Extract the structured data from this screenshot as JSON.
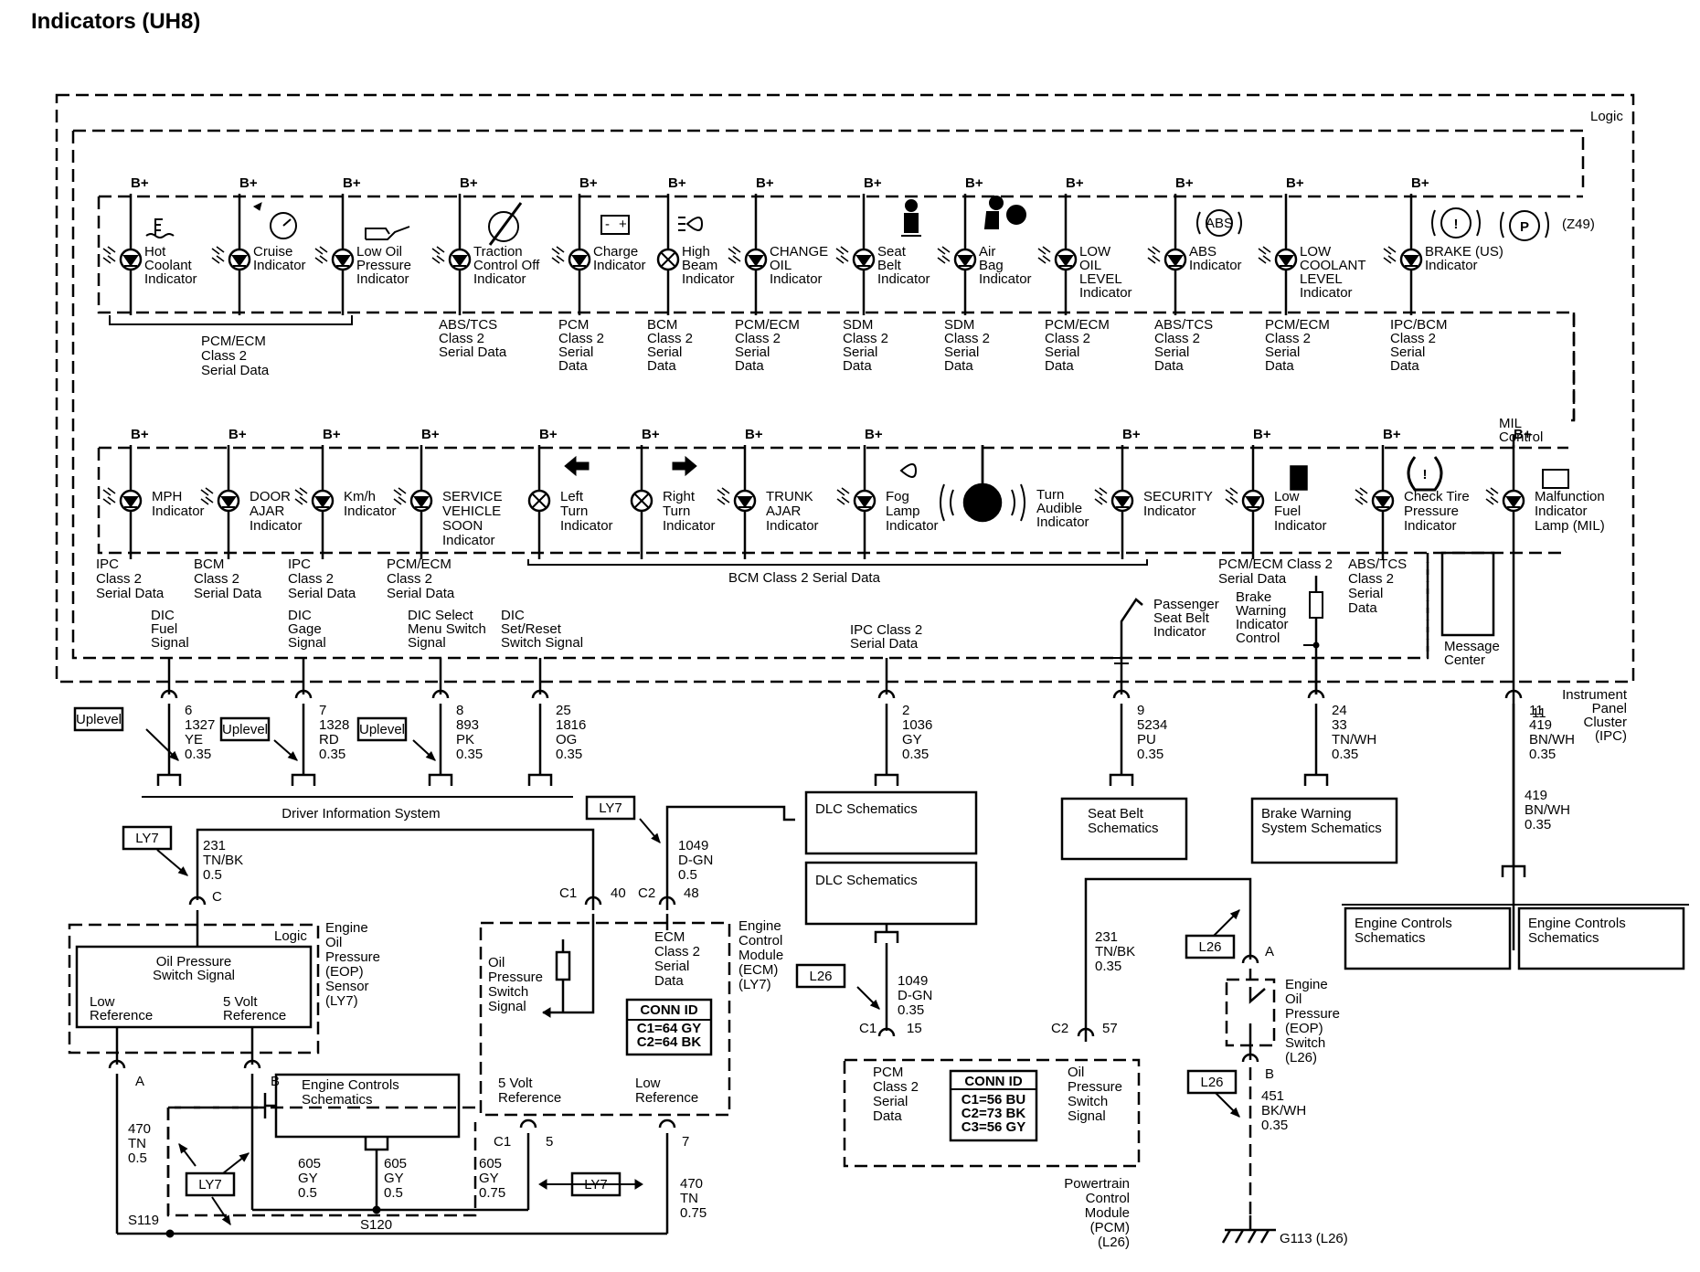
{
  "title": "Indicators (UH8)",
  "labels": {
    "logic_outer": "Logic",
    "b_plus": "B+",
    "ipc_name": [
      "Instrument",
      "Panel",
      "Cluster",
      "(IPC)"
    ],
    "z49": "(Z49)",
    "mil_control": [
      "MIL",
      "Control"
    ],
    "message_center": [
      "Message",
      "Center"
    ],
    "bcm_bus": "BCM Class 2 Serial Data",
    "dis": "Driver Information System",
    "uplevel": "Uplevel",
    "ly7": "LY7",
    "l26": "L26"
  },
  "top_row": [
    {
      "id": "hot-coolant",
      "label": [
        "Hot",
        "Coolant",
        "Indicator"
      ],
      "source": [],
      "symbol": "coolant-temp-icon"
    },
    {
      "id": "cruise",
      "label": [
        "Cruise",
        "Indicator"
      ],
      "source": [],
      "symbol": "cruise-icon"
    },
    {
      "id": "low-oil-pressure",
      "label": [
        "Low Oil",
        "Pressure",
        "Indicator"
      ],
      "source": [],
      "symbol": "oil-can-icon"
    },
    {
      "id": "traction-off",
      "label": [
        "Traction",
        "Control Off",
        "Indicator"
      ],
      "source": [
        "ABS/TCS",
        "Class 2",
        "Serial Data"
      ],
      "symbol": "traction-icon"
    },
    {
      "id": "charge",
      "label": [
        "Charge",
        "Indicator"
      ],
      "source": [
        "PCM",
        "Class 2",
        "Serial",
        "Data"
      ],
      "symbol": "battery-icon"
    },
    {
      "id": "high-beam",
      "label": [
        "High",
        "Beam",
        "Indicator"
      ],
      "source": [
        "BCM",
        "Class 2",
        "Serial",
        "Data"
      ],
      "symbol": "high-beam-icon"
    },
    {
      "id": "change-oil",
      "label": [
        "CHANGE",
        "OIL",
        "Indicator"
      ],
      "source": [
        "PCM/ECM",
        "Class 2",
        "Serial",
        "Data"
      ],
      "symbol": ""
    },
    {
      "id": "seat-belt",
      "label": [
        "Seat",
        "Belt",
        "Indicator"
      ],
      "source": [
        "SDM",
        "Class 2",
        "Serial",
        "Data"
      ],
      "symbol": "seat-belt-icon"
    },
    {
      "id": "air-bag",
      "label": [
        "Air",
        "Bag",
        "Indicator"
      ],
      "source": [
        "SDM",
        "Class 2",
        "Serial",
        "Data"
      ],
      "symbol": "air-bag-icon"
    },
    {
      "id": "low-oil-level",
      "label": [
        "LOW",
        "OIL",
        "LEVEL",
        "Indicator"
      ],
      "source": [
        "PCM/ECM",
        "Class 2",
        "Serial",
        "Data"
      ],
      "symbol": ""
    },
    {
      "id": "abs",
      "label": [
        "ABS",
        "Indicator"
      ],
      "source": [
        "ABS/TCS",
        "Class 2",
        "Serial",
        "Data"
      ],
      "symbol": "abs-icon"
    },
    {
      "id": "low-coolant",
      "label": [
        "LOW",
        "COOLANT",
        "LEVEL",
        "Indicator"
      ],
      "source": [
        "PCM/ECM",
        "Class 2",
        "Serial",
        "Data"
      ],
      "symbol": ""
    },
    {
      "id": "brake",
      "label": [
        "BRAKE (US)",
        "Indicator"
      ],
      "source": [
        "IPC/BCM",
        "Class 2",
        "Serial",
        "Data"
      ],
      "symbol": "brake-icon"
    }
  ],
  "top_group_source": [
    "PCM/ECM",
    "Class 2",
    "Serial Data"
  ],
  "bottom_row": [
    {
      "id": "mph",
      "label": [
        "MPH",
        "Indicator"
      ],
      "source": [
        "IPC",
        "Class 2",
        "Serial Data"
      ],
      "symbol": ""
    },
    {
      "id": "door-ajar",
      "label": [
        "DOOR",
        "AJAR",
        "Indicator"
      ],
      "source": [
        "BCM",
        "Class 2",
        "Serial Data"
      ],
      "symbol": ""
    },
    {
      "id": "kmh",
      "label": [
        "Km/h",
        "Indicator"
      ],
      "source": [
        "IPC",
        "Class 2",
        "Serial Data"
      ],
      "symbol": ""
    },
    {
      "id": "service-vehicle",
      "label": [
        "SERVICE",
        "VEHICLE",
        "SOON",
        "Indicator"
      ],
      "source": [
        "PCM/ECM",
        "Class 2",
        "Serial Data"
      ],
      "symbol": ""
    },
    {
      "id": "left-turn",
      "label": [
        "Left",
        "Turn",
        "Indicator"
      ],
      "source": [],
      "symbol": "left-arrow-icon"
    },
    {
      "id": "right-turn",
      "label": [
        "Right",
        "Turn",
        "Indicator"
      ],
      "source": [],
      "symbol": "right-arrow-icon"
    },
    {
      "id": "trunk-ajar",
      "label": [
        "TRUNK",
        "AJAR",
        "Indicator"
      ],
      "source": [],
      "symbol": ""
    },
    {
      "id": "fog-lamp",
      "label": [
        "Fog",
        "Lamp",
        "Indicator"
      ],
      "source": [],
      "symbol": "fog-lamp-icon"
    },
    {
      "id": "turn-audible",
      "label": [
        "Turn",
        "Audible",
        "Indicator"
      ],
      "source": [],
      "symbol": "speaker-icon"
    },
    {
      "id": "security",
      "label": [
        "SECURITY",
        "Indicator"
      ],
      "source": [],
      "symbol": ""
    },
    {
      "id": "low-fuel",
      "label": [
        "Low",
        "Fuel",
        "Indicator"
      ],
      "source": [
        "PCM/ECM Class 2",
        "Serial Data"
      ],
      "symbol": "fuel-pump-icon"
    },
    {
      "id": "check-tire",
      "label": [
        "Check Tire",
        "Pressure",
        "Indicator"
      ],
      "source": [
        "ABS/TCS",
        "Class 2",
        "Serial",
        "Data"
      ],
      "symbol": "tire-pressure-icon"
    },
    {
      "id": "mil",
      "label": [
        "Malfunction",
        "Indicator",
        "Lamp (MIL)"
      ],
      "source": [],
      "symbol": "engine-icon"
    }
  ],
  "ipc_signals": [
    {
      "label": [
        "DIC",
        "Fuel",
        "Signal"
      ]
    },
    {
      "label": [
        "DIC",
        "Gage",
        "Signal"
      ]
    },
    {
      "label": [
        "DIC Select",
        "Menu Switch",
        "Signal"
      ]
    },
    {
      "label": [
        "DIC",
        "Set/Reset",
        "Switch Signal"
      ]
    },
    {
      "label": [
        "IPC Class 2",
        "Serial Data"
      ]
    },
    {
      "label": [
        "Passenger",
        "Seat Belt",
        "Indicator"
      ]
    },
    {
      "label": [
        "Brake",
        "Warning",
        "Indicator",
        "Control"
      ]
    }
  ],
  "pins": [
    {
      "pin": "6",
      "circuit": "1327",
      "color": "YE",
      "gauge": "0.35"
    },
    {
      "pin": "7",
      "circuit": "1328",
      "color": "RD",
      "gauge": "0.35"
    },
    {
      "pin": "8",
      "circuit": "893",
      "color": "PK",
      "gauge": "0.35"
    },
    {
      "pin": "25",
      "circuit": "1816",
      "color": "OG",
      "gauge": "0.35"
    },
    {
      "pin": "2",
      "circuit": "1036",
      "color": "GY",
      "gauge": "0.35"
    },
    {
      "pin": "9",
      "circuit": "5234",
      "color": "PU",
      "gauge": "0.35"
    },
    {
      "pin": "24",
      "circuit": "33",
      "color": "TN/WH",
      "gauge": "0.35"
    },
    {
      "pin": "11",
      "circuit": "419",
      "color": "BN/WH",
      "gauge": "0.35"
    }
  ],
  "boxes": {
    "dlc1": "DLC Schematics",
    "dlc2": "DLC Schematics",
    "seat_belt": [
      "Seat Belt",
      "Schematics"
    ],
    "brake_warning": [
      "Brake Warning",
      "System Schematics"
    ],
    "engine_controls": [
      "Engine Controls",
      "Schematics"
    ],
    "oil_pressure_signal": [
      "Oil Pressure",
      "Switch Signal"
    ]
  },
  "eop_sensor": {
    "logic": "Logic",
    "name": [
      "Engine",
      "Oil",
      "Pressure",
      "(EOP)",
      "Sensor",
      "(LY7)"
    ],
    "low_ref": [
      "Low",
      "Reference"
    ],
    "five_v": [
      "5 Volt",
      "Reference"
    ],
    "pin_c": "C",
    "pin_a": "A",
    "pin_b": "B",
    "wire_c": [
      "231",
      "TN/BK",
      "0.5"
    ],
    "wire_a": [
      "470",
      "TN",
      "0.5"
    ],
    "s119": "S119",
    "s120": "S120",
    "w605a": [
      "605",
      "GY",
      "0.5"
    ],
    "w605b": [
      "605",
      "GY",
      "0.5"
    ],
    "w605c": [
      "605",
      "GY",
      "0.75"
    ],
    "w470b": [
      "470",
      "TN",
      "0.75"
    ]
  },
  "ecm": {
    "name": [
      "Engine",
      "Control",
      "Module",
      "(ECM)",
      "(LY7)"
    ],
    "c1_40": [
      "C1",
      "40"
    ],
    "c2_48": [
      "C2",
      "48"
    ],
    "wire_1049": [
      "1049",
      "D-GN",
      "0.5"
    ],
    "oil_sw": [
      "Oil",
      "Pressure",
      "Switch",
      "Signal"
    ],
    "class2": [
      "ECM",
      "Class 2",
      "Serial",
      "Data"
    ],
    "conn": [
      "CONN ID",
      "C1=64 GY",
      "C2=64 BK"
    ],
    "five_v": [
      "5 Volt",
      "Reference"
    ],
    "low_ref": [
      "Low",
      "Reference"
    ],
    "c1_5": [
      "C1",
      "5"
    ],
    "pin7": "7"
  },
  "pcm": {
    "name": [
      "Powertrain",
      "Control",
      "Module",
      "(PCM)",
      "(L26)"
    ],
    "class2": [
      "PCM",
      "Class 2",
      "Serial",
      "Data"
    ],
    "conn": [
      "CONN ID",
      "C1=56 BU",
      "C2=73 BK",
      "C3=56 GY"
    ],
    "oil_sw": [
      "Oil",
      "Pressure",
      "Switch",
      "Signal"
    ],
    "c1_15": [
      "C1",
      "15"
    ],
    "c2_57": [
      "C2",
      "57"
    ],
    "wire_1049": [
      "1049",
      "D-GN",
      "0.35"
    ],
    "wire_231": [
      "231",
      "TN/BK",
      "0.35"
    ]
  },
  "eop_switch": {
    "name": [
      "Engine",
      "Oil",
      "Pressure",
      "(EOP)",
      "Switch",
      "(L26)"
    ],
    "pin_a": "A",
    "pin_b": "B",
    "wire": [
      "451",
      "BK/WH",
      "0.35"
    ],
    "ground": "G113 (L26)"
  }
}
